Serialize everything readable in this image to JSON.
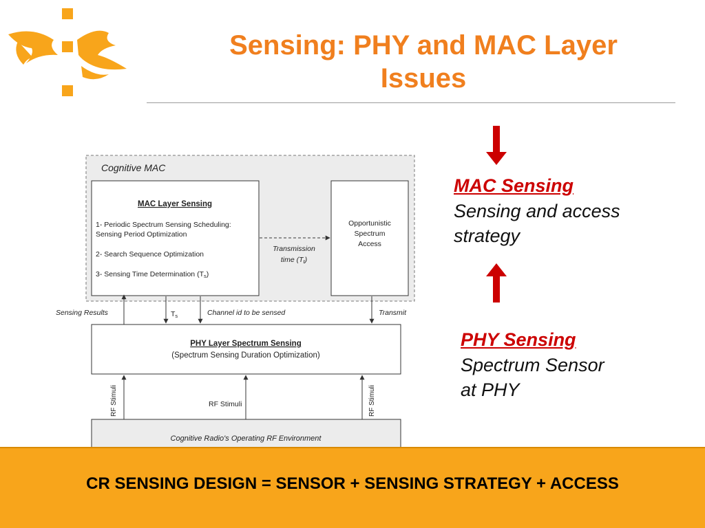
{
  "slide": {
    "title_line1": "Sensing: PHY and MAC Layer",
    "title_line2": "Issues",
    "accent_color": "#f07f1e",
    "logo_color": "#f8a51b",
    "arrow_color": "#cc0000"
  },
  "diagram": {
    "cognitive_mac_label": "Cognitive MAC",
    "mac_layer_title": "MAC Layer Sensing",
    "mac_item1_line1": "1- Periodic Spectrum Sensing Scheduling:",
    "mac_item1_line2": "Sensing Period Optimization",
    "mac_item2": "2- Search Sequence Optimization",
    "mac_item3": "3- Sensing Time Determination (T",
    "mac_item3_sub": "s",
    "mac_item3_end": ")",
    "osa_line1": "Opportunistic",
    "osa_line2": "Spectrum",
    "osa_line3": "Access",
    "transmission_line1": "Transmission",
    "transmission_line2": "time (T",
    "transmission_sub": "t",
    "transmission_end": ")",
    "sensing_results": "Sensing Results",
    "ts_label": "T",
    "ts_sub": "s",
    "channel_id": "Channel id to be sensed",
    "transmit": "Transmit",
    "phy_title": "PHY Layer Spectrum Sensing",
    "phy_subtitle": "(Spectrum Sensing Duration Optimization)",
    "rf_stimuli_left": "RF Stimuli",
    "rf_stimuli_center": "RF Stimuli",
    "rf_stimuli_right": "RF Stimuli",
    "environment": "Cognitive Radio's Operating RF Environment"
  },
  "mac_sensing": {
    "heading": "MAC Sensing",
    "line1": "Sensing and access",
    "line2": "strategy"
  },
  "phy_sensing": {
    "heading": "PHY Sensing",
    "line1": "Spectrum Sensor",
    "line2": "at PHY"
  },
  "banner": {
    "text": "CR SENSING DESIGN = SENSOR + SENSING  STRATEGY + ACCESS",
    "color": "#f8a51b"
  }
}
